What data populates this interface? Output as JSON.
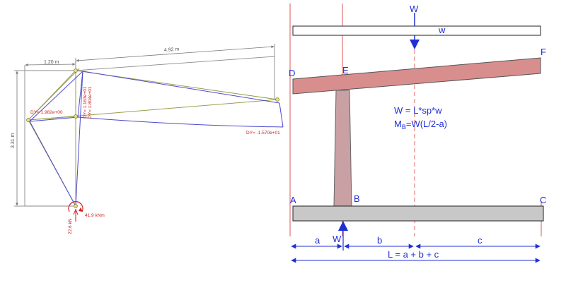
{
  "left_model": {
    "dim_top_left": "1.20 m",
    "dim_top_right": "4.92 m",
    "dim_vertical": "3.31 m",
    "disp_left": "DY= 1.982e+00",
    "disp_mid_1": "DY= 1.163e+01",
    "disp_mid_2": "DY= 1.804e+01",
    "disp_right": "DY= -1.570e+01",
    "reaction_force": "22.6 kN",
    "reaction_moment": "41.9 kNm"
  },
  "right_diagram": {
    "load_top_label": "W",
    "distributed_label": "w",
    "point_D": "D",
    "point_E": "E",
    "point_F": "F",
    "point_A": "A",
    "point_B": "B",
    "point_C": "C",
    "eq_w": "W = L*sp*w",
    "eq_m_prefix": "M",
    "eq_m_sub": "B",
    "eq_m_rest": "=W(L/2-a)",
    "reaction_label": "W",
    "dim_a": "a",
    "dim_b": "b",
    "dim_c": "c",
    "dim_total": "L = a + b + c"
  },
  "colors": {
    "blue": "#1f2fd6",
    "beam_fill": "#d98e8e",
    "post_fill": "#c9a0a4",
    "base_fill": "#c8c8c8",
    "red_line": "#e05555"
  }
}
